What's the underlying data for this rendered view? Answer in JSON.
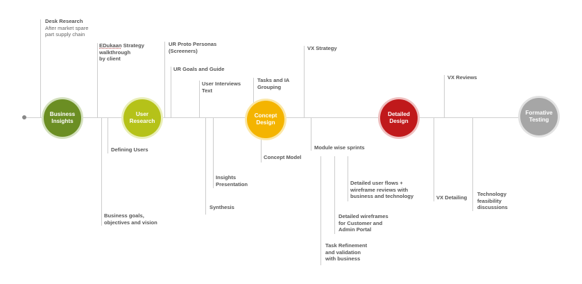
{
  "phases": [
    {
      "label": "Business\nInsights",
      "fill": "#6b8e23",
      "ring": "#d3e0bd"
    },
    {
      "label": "User\nResearch",
      "fill": "#b5c219",
      "ring": "#e9eeb8"
    },
    {
      "label": "Concept\nDesign",
      "fill": "#f4b400",
      "ring": "#fbe7a6"
    },
    {
      "label": "Detailed\nDesign",
      "fill": "#c0191b",
      "ring": "#efc0c0"
    },
    {
      "label": "Formative\nTesting",
      "fill": "#a6a6a6",
      "ring": "#e2e2e2"
    }
  ],
  "activities": {
    "desk_research": {
      "title": "Desk Research",
      "sub": "After market spare\npart supply chain"
    },
    "edukaan_strategy": {
      "title_brand": "EDukaan",
      "title_rest": " Strategy\nwalkthrough\nby client"
    },
    "ur_proto_personas": {
      "title": "UR Proto Personas\n(Screeners)"
    },
    "ur_goals_guide": {
      "title": "UR Goals and Guide"
    },
    "user_interviews": {
      "title": "User Interviews\nText"
    },
    "tasks_ia": {
      "title": "Tasks and IA\nGrouping"
    },
    "vx_strategy": {
      "title": "VX Strategy"
    },
    "vx_reviews": {
      "title": "VX Reviews"
    },
    "defining_users": {
      "title": "Defining Users"
    },
    "business_goals": {
      "title": "Business goals,\nobjectives and vision"
    },
    "insights_presentation": {
      "title": "Insights\nPresentation"
    },
    "synthesis": {
      "title": "Synthesis"
    },
    "concept_model": {
      "title": "Concept Model"
    },
    "module_sprints": {
      "title": "Module wise sprints"
    },
    "detailed_flows": {
      "title": "Detailed user flows +\nwireframe reviews with\nbusiness and technology"
    },
    "detailed_wireframes": {
      "title": "Detailed wireframes\nfor Customer and\nAdmin Portal"
    },
    "task_refinement": {
      "title": "Task Refinement\nand validation\nwith business"
    },
    "vx_detailing": {
      "title": "VX Detailing"
    },
    "tech_feasibility": {
      "title": "Technology\nfeasibility\ndiscussions"
    }
  }
}
